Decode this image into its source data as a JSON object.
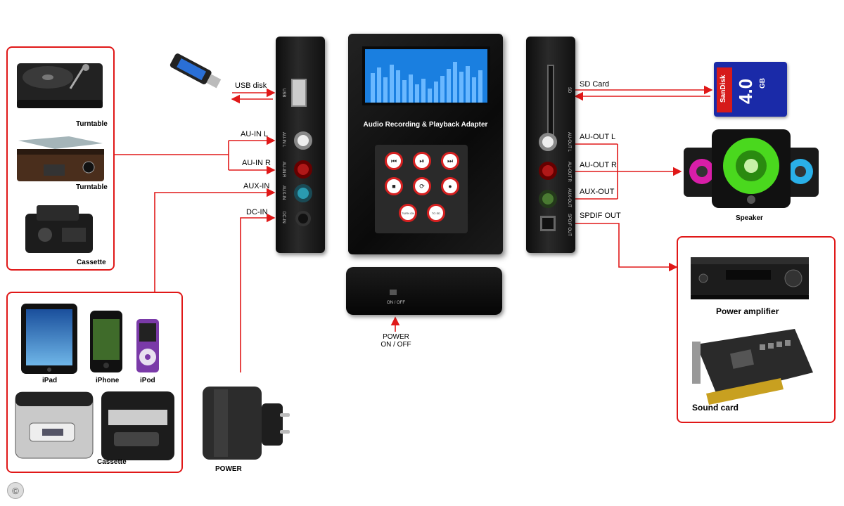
{
  "labels": {
    "usb_disk": "USB disk",
    "au_in_l": "AU-IN L",
    "au_in_r": "AU-IN R",
    "aux_in": "AUX-IN",
    "dc_in": "DC-IN",
    "sd_card": "SD Card",
    "au_out_l": "AU-OUT L",
    "au_out_r": "AU-OUT R",
    "aux_out": "AUX-OUT",
    "spdif_out": "SPDIF OUT",
    "power_switch": "POWER\nON / OFF",
    "power_adapter": "POWER"
  },
  "devices": {
    "turntable_1": "Turntable",
    "turntable_2": "Turntable",
    "cassette_1": "Cassette",
    "ipad": "iPad",
    "iphone": "iPhone",
    "ipod": "iPod",
    "cassette_2": "Cassette",
    "speaker": "Speaker",
    "power_amplifier": "Power amplifier",
    "sound_card": "Sound card"
  },
  "main_unit": {
    "title": "Audio Recording & Playback Adapter",
    "buttons": [
      "⏮",
      "⏯",
      "⏭",
      "■",
      "⟳",
      "●",
      "TURN ON",
      "TO SD"
    ],
    "switch_label": "ON / OFF"
  },
  "left_panel_ports": [
    "USB",
    "AU-IN L",
    "AU-IN R",
    "AUX-IN",
    "DC-IN"
  ],
  "right_panel_ports": [
    "SD",
    "AU-OUT L",
    "AU-OUT R",
    "AUX-OUT",
    "SPDIF OUT"
  ],
  "sd_card": {
    "brand": "SanDisk",
    "capacity": "4.0",
    "unit": "GB"
  },
  "copyright": "©",
  "colors": {
    "accent": "#e01818",
    "screen": "#1a7fe0",
    "device": "#1a1a1a"
  }
}
